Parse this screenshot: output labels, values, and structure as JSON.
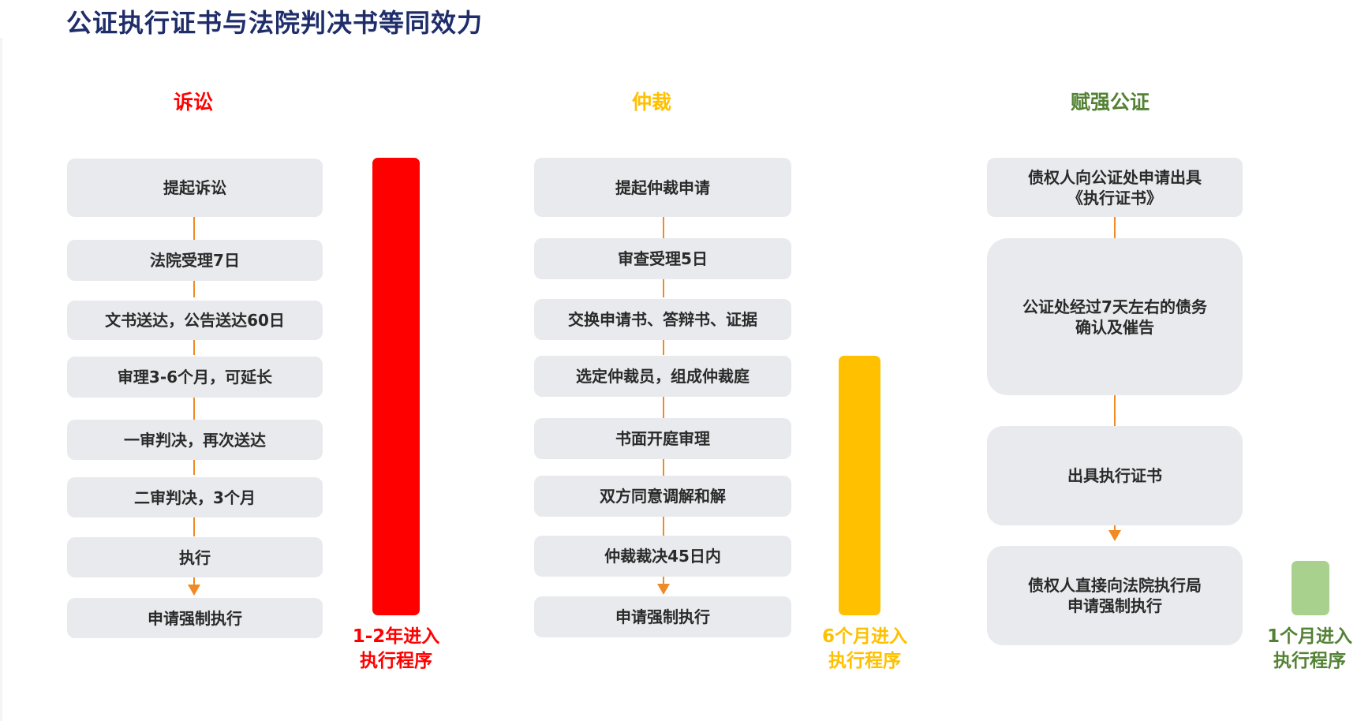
{
  "page": {
    "title": "公证执行证书与法院判决书等同效力"
  },
  "colors": {
    "title": "#1f2d6b",
    "litigation": "#ff0000",
    "arbitration": "#ffc000",
    "notarization": "#548235",
    "notarization_bar": "#a9d18e",
    "connector": "#f08a24",
    "step_bg": "#e8eaed"
  },
  "columns": {
    "litigation": {
      "title": "诉讼",
      "steps": [
        "提起诉讼",
        "法院受理7日",
        "文书送达，公告送达60日",
        "审理3-6个月，可延长",
        "一审判决，再次送达",
        "二审判决，3个月",
        "执行",
        "申请强制执行"
      ],
      "duration": {
        "line1": "1-2年进入",
        "line2": "执行程序"
      }
    },
    "arbitration": {
      "title": "仲裁",
      "steps": [
        "提起仲裁申请",
        "审查受理5日",
        "交换申请书、答辩书、证据",
        "选定仲裁员，组成仲裁庭",
        "书面开庭审理",
        "双方同意调解和解",
        "仲裁裁决45日内",
        "申请强制执行"
      ],
      "duration": {
        "line1": "6个月进入",
        "line2": "执行程序"
      }
    },
    "notarization": {
      "title": "赋强公证",
      "steps": [
        "债权人向公证处申请出具\n《执行证书》",
        "公证处经过7天左右的债务\n确认及催告",
        "出具执行证书",
        "债权人直接向法院执行局\n申请强制执行"
      ],
      "duration": {
        "line1": "1个月进入",
        "line2": "执行程序"
      }
    }
  }
}
